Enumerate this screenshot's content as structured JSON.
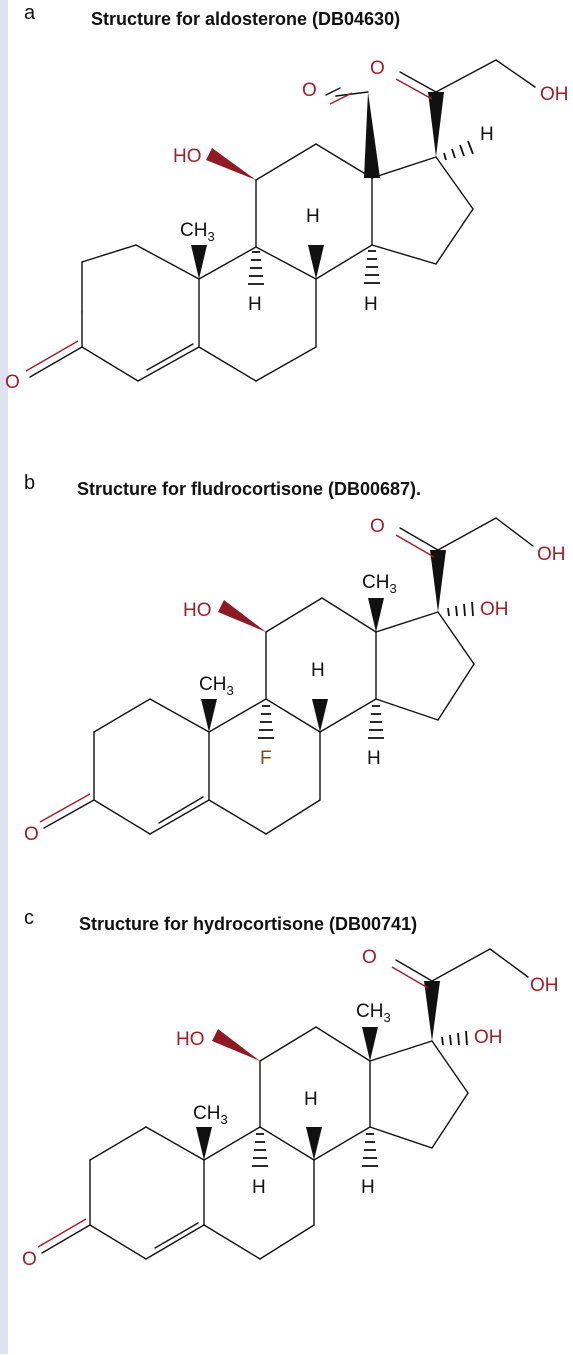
{
  "panels": [
    {
      "letter": "a",
      "title": "Structure for aldosterone (DB04630)",
      "labels": {
        "o_keto": "O",
        "o_ald": "O",
        "o_side": "O",
        "oh_side": "OH",
        "h17": "H",
        "ho11": "HO",
        "ch3": "CH",
        "sub3": "3",
        "h8": "H",
        "h9": "H",
        "h14": "H"
      }
    },
    {
      "letter": "b",
      "title": "Structure for fludrocortisone (DB00687).",
      "labels": {
        "o_keto": "O",
        "o_side": "O",
        "oh_side": "OH",
        "ch3_13": "CH",
        "sub3": "3",
        "oh17": "OH",
        "ho11": "HO",
        "ch3": "CH",
        "h8": "H",
        "f9": "F",
        "h14": "H"
      }
    },
    {
      "letter": "c",
      "title": "Structure for hydrocortisone (DB00741)",
      "labels": {
        "o_keto": "O",
        "o_side": "O",
        "oh_side": "OH",
        "ch3_13": "CH",
        "sub3": "3",
        "oh17": "OH",
        "ho11": "HO",
        "ch3": "CH",
        "h8": "H",
        "h9": "H",
        "h14": "H"
      }
    }
  ],
  "colors": {
    "heteroatom": "#a01e28",
    "fluorine": "#8a4a17",
    "bond": "#111111",
    "strip": "#dfe3f1"
  }
}
